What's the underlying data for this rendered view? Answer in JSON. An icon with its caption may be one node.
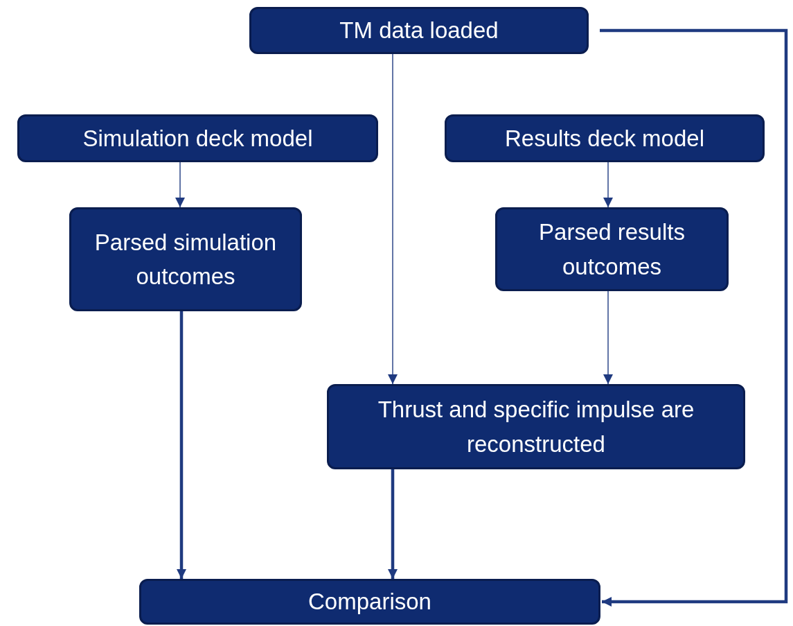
{
  "diagram": {
    "nodes": [
      {
        "text": [
          "TM data loaded"
        ]
      },
      {
        "text": [
          "Simulation deck model"
        ]
      },
      {
        "text": [
          "Results deck model"
        ]
      },
      {
        "text": [
          "Parsed simulation outcomes"
        ]
      },
      {
        "text": [
          "Parsed results outcomes"
        ]
      },
      {
        "text": [
          "Thrust and specific impulse are reconstructed"
        ]
      },
      {
        "text": [
          "Comparison"
        ]
      }
    ],
    "edges": [
      {
        "from": 0,
        "to": 5,
        "arrow": "to"
      },
      {
        "from": 1,
        "to": 3,
        "arrow": "to"
      },
      {
        "from": 2,
        "to": 4,
        "arrow": "to"
      },
      {
        "from": 4,
        "to": 5,
        "arrow": "to"
      },
      {
        "from": 3,
        "to": 6,
        "arrow": "to",
        "style": "thick"
      },
      {
        "from": 5,
        "to": 6,
        "arrow": "to",
        "style": "thick"
      },
      {
        "from": 0,
        "to": 6,
        "arrow": "to",
        "style": "thick"
      }
    ]
  }
}
